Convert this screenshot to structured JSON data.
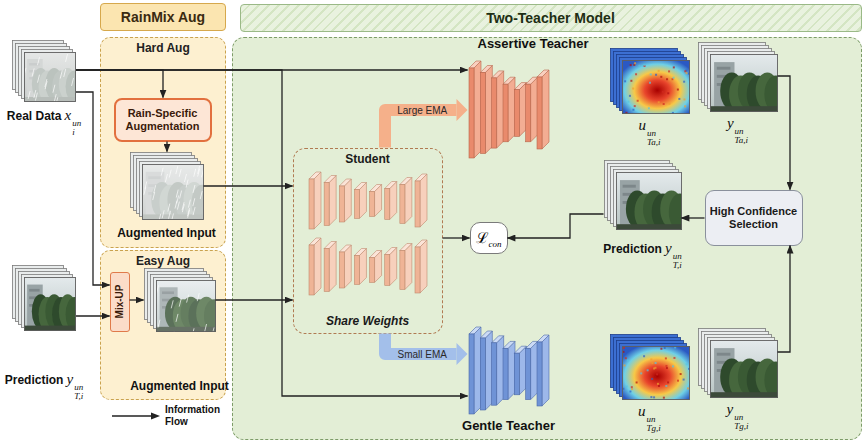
{
  "diagram": {
    "nodes": [
      {
        "text": [
          "RainMix Aug"
        ]
      },
      {
        "text": [
          "Real Data",
          "x",
          "un",
          "i"
        ]
      },
      {
        "text": [
          "Hard Aug"
        ]
      },
      {
        "text": [
          "Rain-Specific Augmentation"
        ],
        "in": 2
      },
      {
        "text": [
          "Augmented Input"
        ],
        "in": 2
      },
      {
        "text": [
          "Easy Aug"
        ]
      },
      {
        "text": [
          "Mix-UP"
        ],
        "in": 5
      },
      {
        "text": [
          "Augmented Input"
        ],
        "in": 5
      },
      {
        "text": [
          "Prediction",
          "y",
          "un",
          "T,i"
        ]
      },
      {
        "text": [
          "Two-Teacher Model"
        ]
      },
      {
        "text": [
          "Student",
          "Share Weights"
        ],
        "in": 9
      },
      {
        "text": [
          "Assertive Teacher"
        ],
        "in": 9
      },
      {
        "text": [
          "u",
          "un",
          "Ta,i"
        ],
        "in": 9
      },
      {
        "text": [
          "y",
          "un",
          "Ta,i"
        ],
        "in": 9
      },
      {
        "text": [
          "ℒ",
          "con"
        ],
        "in": 9
      },
      {
        "text": [
          "Prediction",
          "y",
          "un",
          "T,i"
        ],
        "in": 9
      },
      {
        "text": [
          "High Confidence Selection"
        ],
        "in": 9
      },
      {
        "text": [
          "Gentle Teacher"
        ],
        "in": 9
      },
      {
        "text": [
          "u",
          "un",
          "Tg,i"
        ],
        "in": 9
      },
      {
        "text": [
          "y",
          "un",
          "Tg,i"
        ],
        "in": 9
      }
    ],
    "edges": [
      {
        "from": 1,
        "to": 11,
        "arrow": "to"
      },
      {
        "from": 1,
        "to": 3,
        "arrow": "to"
      },
      {
        "from": 1,
        "to": 17,
        "arrow": "to"
      },
      {
        "from": 1,
        "to": 6,
        "arrow": "to"
      },
      {
        "from": 3,
        "to": 4,
        "arrow": "to"
      },
      {
        "from": 4,
        "to": 10,
        "arrow": "to"
      },
      {
        "from": 8,
        "to": 6,
        "arrow": "to"
      },
      {
        "from": 6,
        "to": 7,
        "arrow": "to"
      },
      {
        "from": 7,
        "to": 10,
        "arrow": "to"
      },
      {
        "from": 10,
        "to": 11,
        "label": "Large EMA",
        "arrow": "to"
      },
      {
        "from": 10,
        "to": 17,
        "label": "Small EMA",
        "arrow": "to"
      },
      {
        "from": 10,
        "to": 14,
        "arrow": "to"
      },
      {
        "from": 15,
        "to": 14,
        "arrow": "to"
      },
      {
        "from": 13,
        "to": 16,
        "arrow": "to"
      },
      {
        "from": 19,
        "to": 16,
        "arrow": "to"
      },
      {
        "from": 16,
        "to": 15,
        "arrow": "to"
      }
    ],
    "legend": [
      {
        "text": "Information Flow"
      }
    ]
  }
}
